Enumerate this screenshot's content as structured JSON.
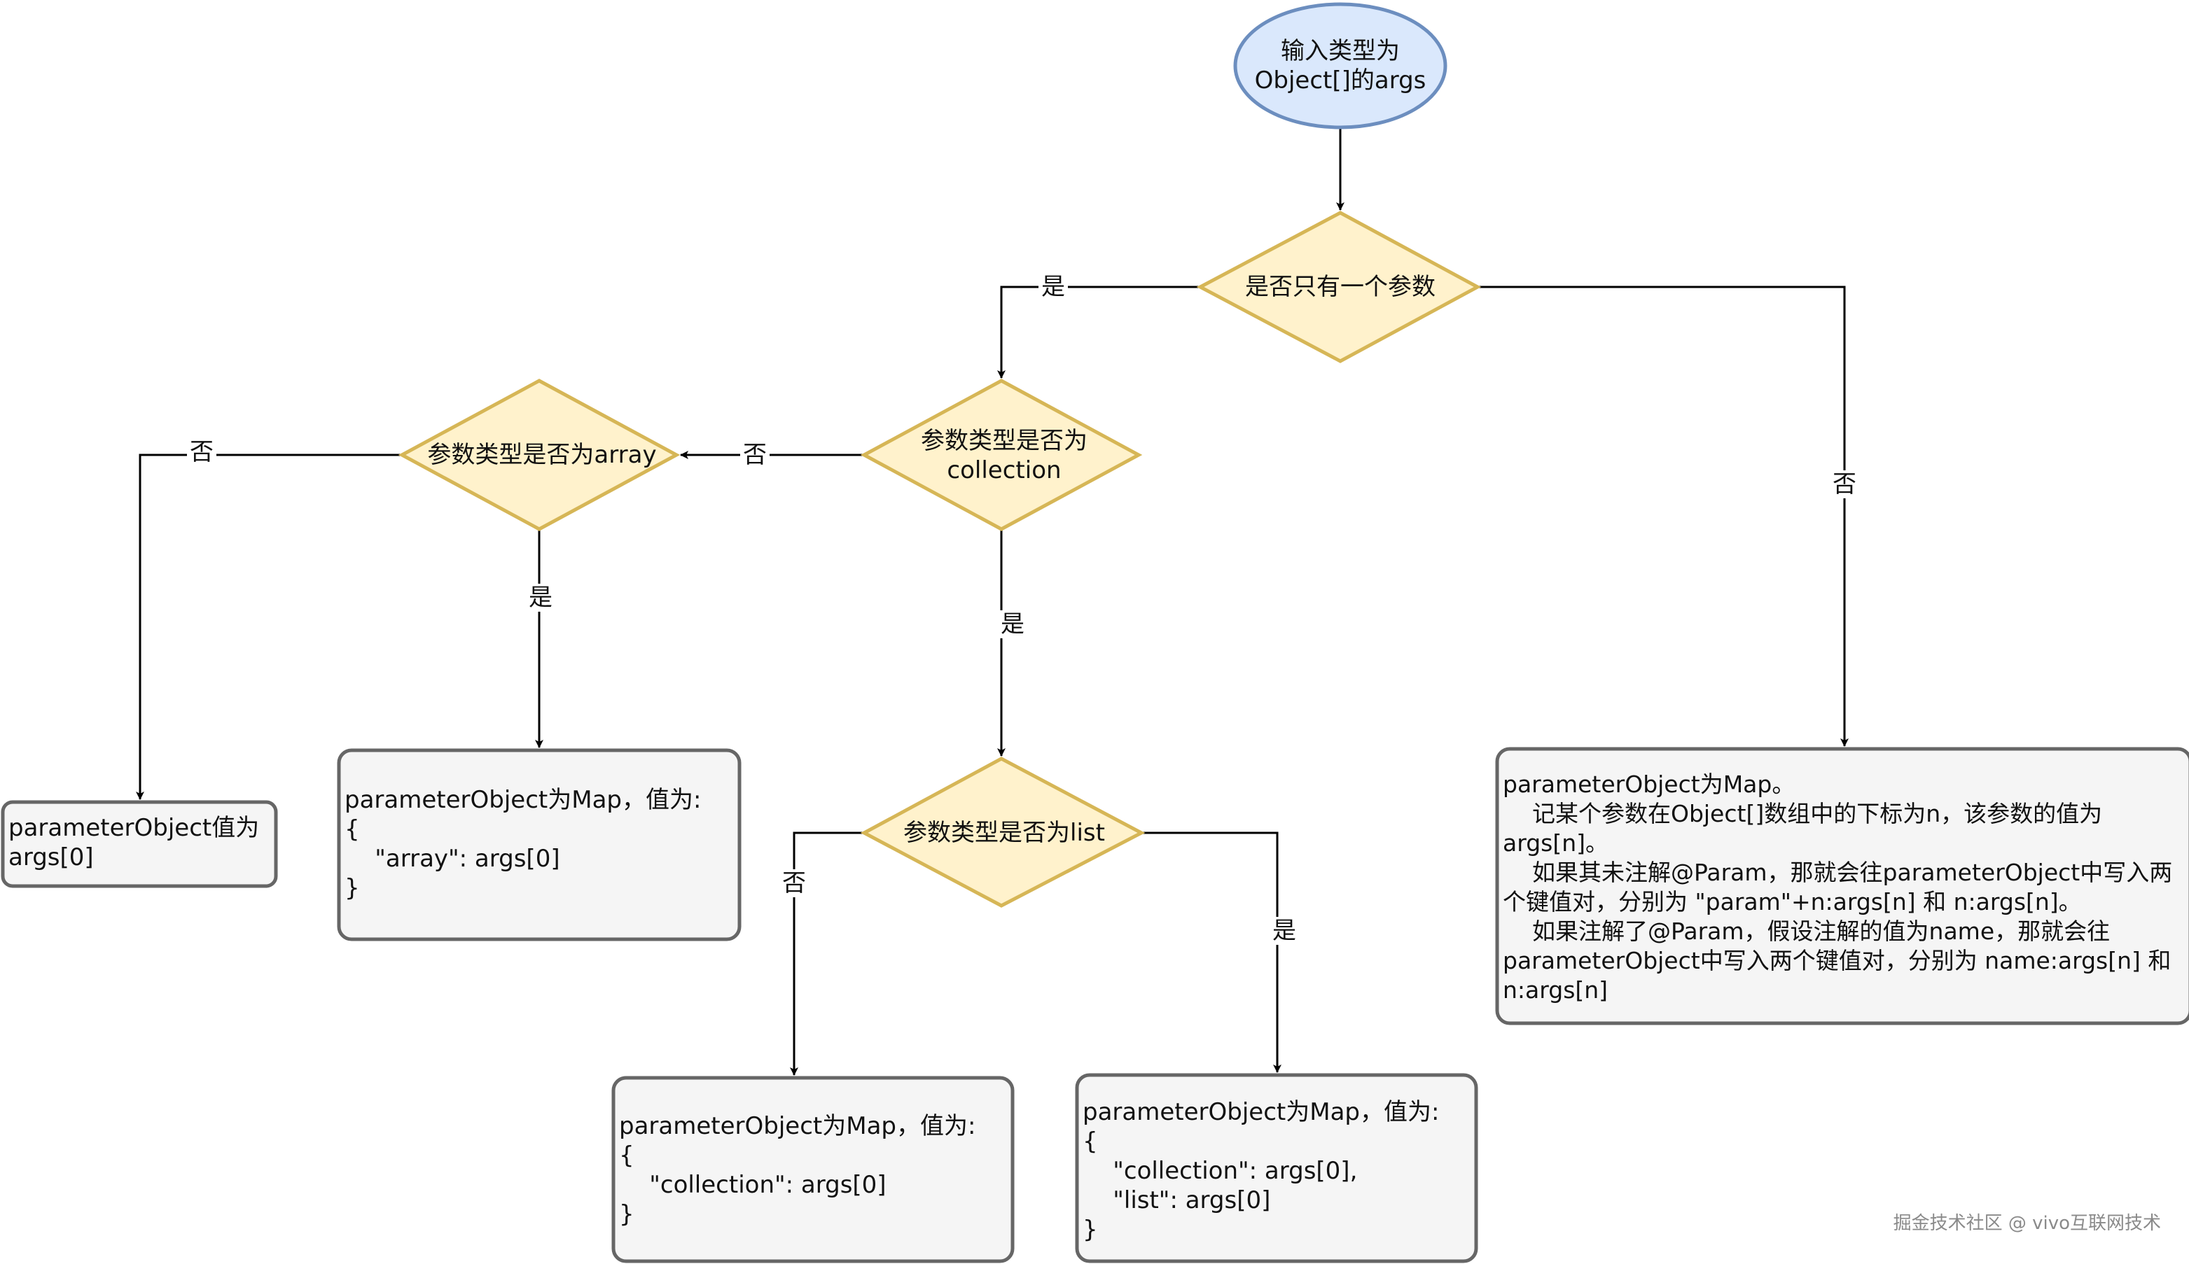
{
  "start": {
    "line1": "输入类型为",
    "line2": "Object[]的args"
  },
  "decisions": {
    "single_param": "是否只有一个参数",
    "is_collection_line1": "参数类型是否为",
    "is_collection_line2": "collection",
    "is_array": "参数类型是否为array",
    "is_list": "参数类型是否为list"
  },
  "edge_labels": {
    "single_yes": "是",
    "single_no": "否",
    "collection_no": "否",
    "collection_yes": "是",
    "array_no": "否",
    "array_yes": "是",
    "list_no": "否",
    "list_yes": "是"
  },
  "results": {
    "args0": "parameterObject值为\nargs[0]",
    "array_map": "parameterObject为Map，值为:\n{\n    \"array\": args[0]\n}",
    "collection_map": "parameterObject为Map，值为:\n{\n    \"collection\": args[0]\n}",
    "list_map": "parameterObject为Map，值为:\n{\n    \"collection\": args[0],\n    \"list\": args[0]\n}",
    "multi_map": "parameterObject为Map。\n    记某个参数在Object[]数组中的下标为n，该参数的值为args[n]。\n    如果其未注解@Param，那就会往parameterObject中写入两个键值对，分别为 \"param\"+n:args[n] 和 n:args[n]。\n    如果注解了@Param，假设注解的值为name，那就会往parameterObject中写入两个键值对，分别为 name:args[n] 和 n:args[n]"
  },
  "watermark": "掘金技术社区 @ vivo互联网技术",
  "colors": {
    "start_fill": "#dae8fc",
    "start_stroke": "#6c8ebf",
    "decision_fill": "#fff2cc",
    "decision_stroke": "#d6b656",
    "box_fill": "#f5f5f5",
    "box_stroke": "#666666",
    "edge": "#000000"
  }
}
